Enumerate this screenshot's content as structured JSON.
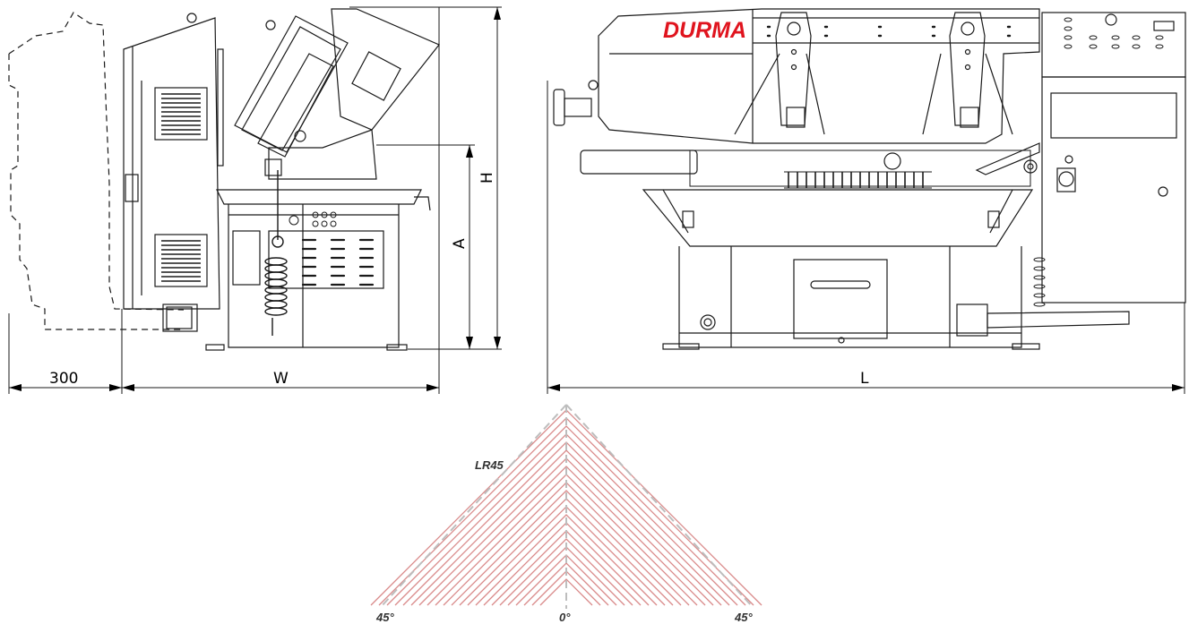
{
  "brand": {
    "name": "DURMA",
    "color": "#e0141e"
  },
  "dimensions": {
    "clearance": "300",
    "width": "W",
    "length": "L",
    "height": "H",
    "working_height": "A"
  },
  "angle_diagram": {
    "label": "LR45",
    "left_angle": "45°",
    "center_angle": "0°",
    "right_angle": "45°",
    "line_color": "#d98a8a"
  }
}
